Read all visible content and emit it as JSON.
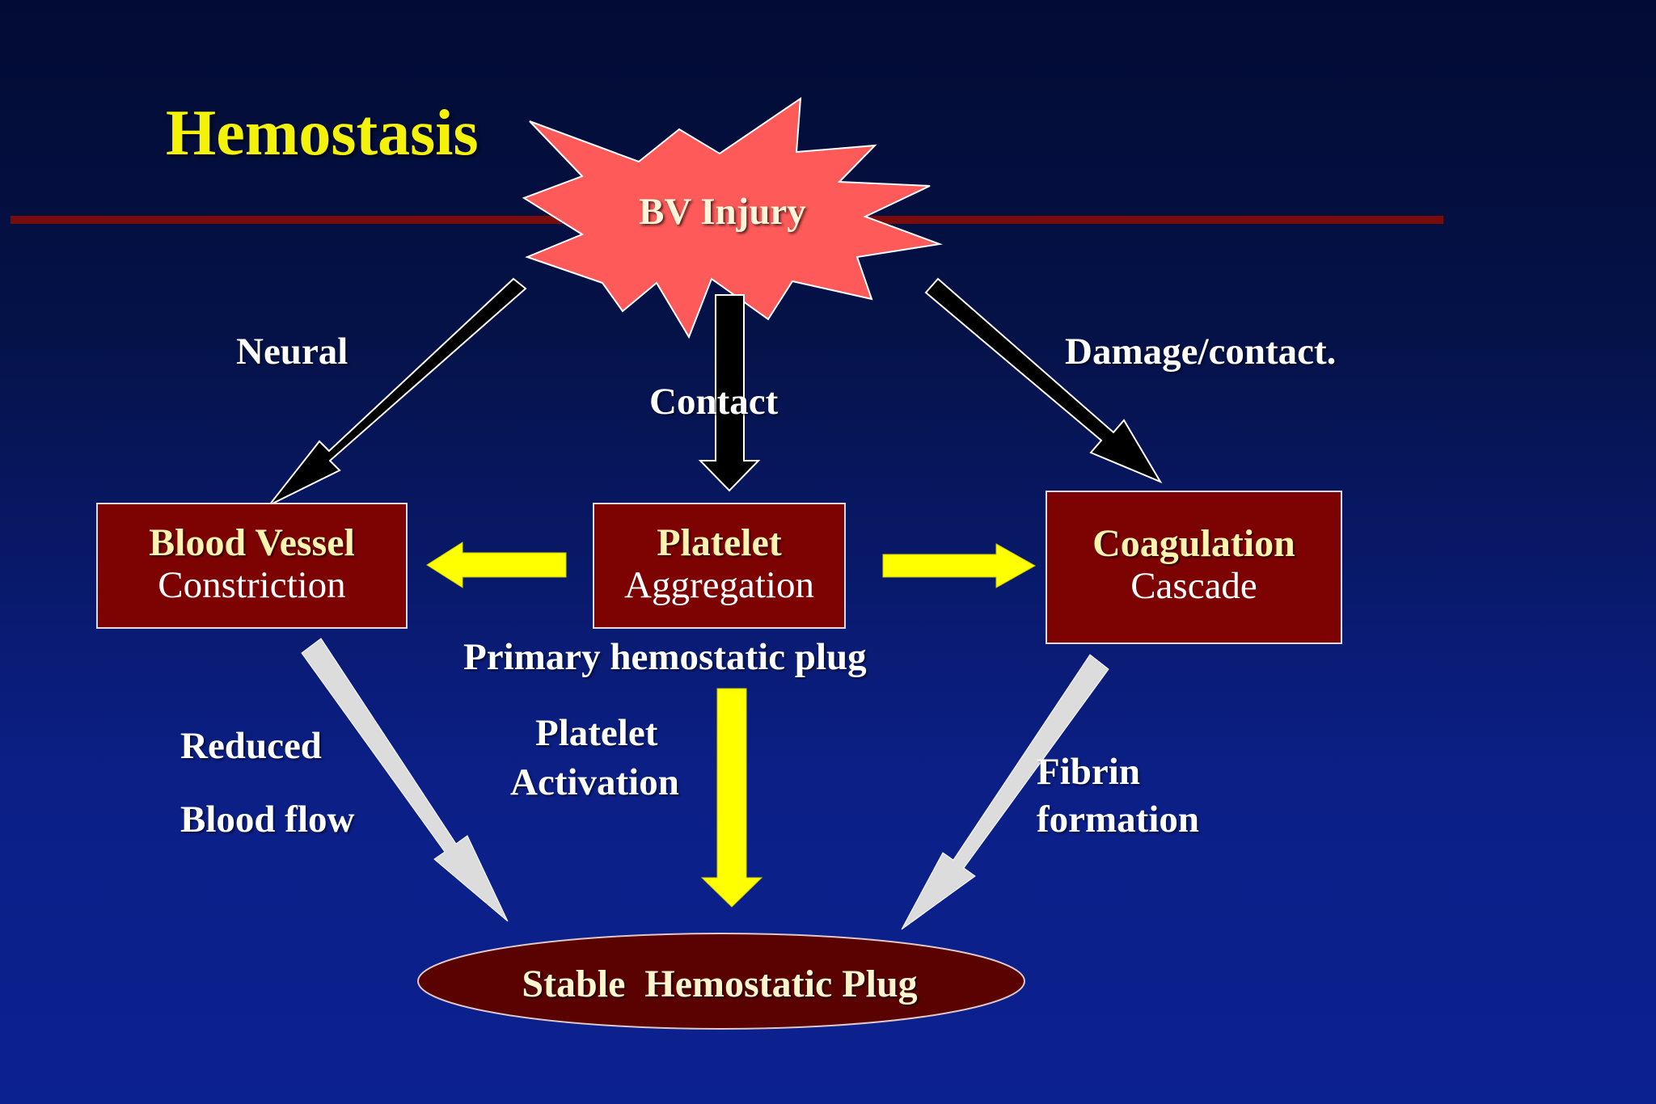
{
  "title": "Hemostasis",
  "injury": "BV Injury",
  "edges": {
    "neural": "Neural",
    "contact": "Contact",
    "damage": "Damage/contact.",
    "primary_plug": "Primary hemostatic plug",
    "reduced": "Reduced",
    "blood_flow": "Blood flow",
    "platelet_activation_1": "Platelet",
    "platelet_activation_2": "Activation",
    "fibrin_1": "Fibrin",
    "fibrin_2": "formation"
  },
  "nodes": {
    "vessel": {
      "title": "Blood Vessel",
      "subtitle": "Constriction"
    },
    "platelet": {
      "title": "Platelet",
      "subtitle": "Aggregation"
    },
    "coagulation": {
      "title": "Coagulation",
      "subtitle": "Cascade"
    },
    "plug": "Stable  Hemostatic Plug"
  },
  "colors": {
    "starburst": "#fe5a5a",
    "box_fill": "#7d0303",
    "title": "#f5f20a",
    "yellow_arrow": "#ffff00",
    "grey_arrow": "#dcdcdc",
    "black_arrow": "#000000"
  }
}
